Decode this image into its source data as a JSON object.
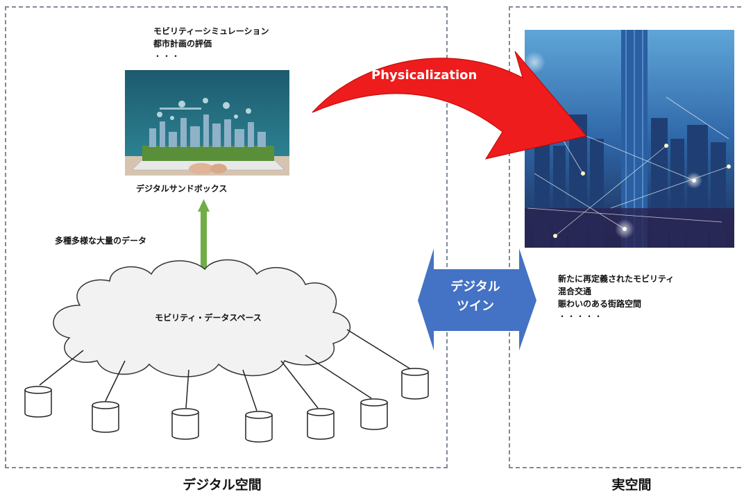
{
  "left_panel": {
    "caption": "デジタル空間",
    "top_notes": [
      "モビリティーシミュレーション",
      "都市計画の評価"
    ],
    "top_dots": "・・・",
    "sandbox_label": "デジタルサンドボックス",
    "data_label": "多種多様な大量のデータ",
    "cloud_label": "モビリティ・データスペース"
  },
  "right_panel": {
    "caption": "実空間",
    "notes": [
      "新たに再定義されたモビリティ",
      "混合交通",
      "賑わいのある街路空間"
    ],
    "dots": "・・・・・"
  },
  "arrows": {
    "physicalization": "Physicalization",
    "digital_twin": [
      "デジタル",
      "ツイン"
    ]
  },
  "colors": {
    "physicalization_arrow": "#ee1c1c",
    "digital_twin_arrow": "#4472c4",
    "up_arrow": "#70ad47",
    "panel_border": "#7f8a99"
  }
}
